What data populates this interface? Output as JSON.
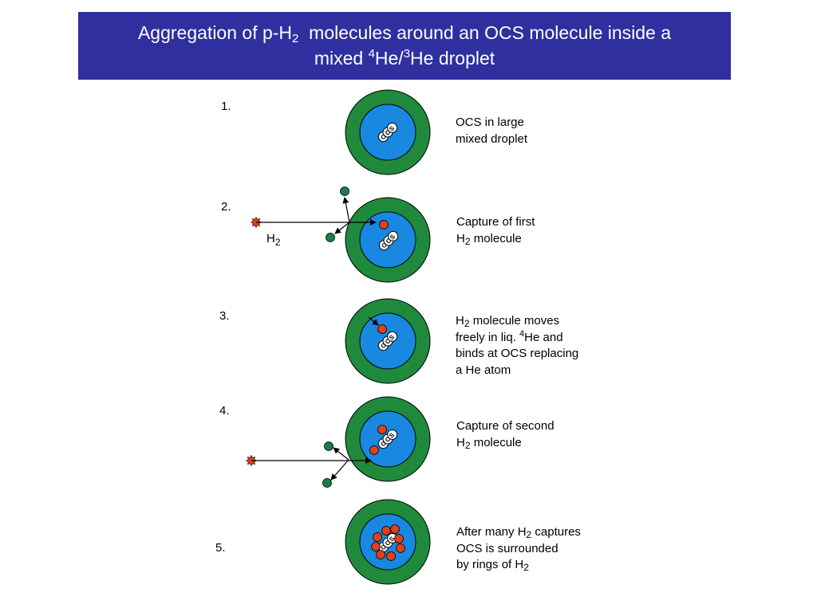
{
  "title": {
    "line1_pre": "Aggregation of p-H",
    "line1_sub": "2",
    "line1_post": "  molecules around an OCS molecule inside a",
    "line2_pre": "mixed ",
    "line2_sup1": "4",
    "line2_mid": "He/",
    "line2_sup2": "3",
    "line2_post": "He droplet"
  },
  "colors": {
    "title_bg": "#2f2fa0",
    "outer_shell": "#208a3c",
    "inner_core": "#1888e0",
    "h2_molecule": "#e0401a",
    "he_atom": "#18804a"
  },
  "molecule_label": "OCS",
  "steps": [
    {
      "number": "1.",
      "lines": [
        {
          "text": "OCS in large"
        },
        {
          "text": "mixed droplet"
        }
      ]
    },
    {
      "number": "2.",
      "lines": [
        {
          "text": "Capture of first"
        },
        {
          "pre": "H",
          "sub": "2",
          "post": " molecule"
        }
      ]
    },
    {
      "number": "3.",
      "lines": [
        {
          "pre": "H",
          "sub": "2",
          "post": " molecule moves"
        },
        {
          "pre": "freely in liq. ",
          "sup": "4",
          "post": "He and"
        },
        {
          "text": "binds at OCS replacing"
        },
        {
          "text": "a He atom"
        }
      ]
    },
    {
      "number": "4.",
      "lines": [
        {
          "text": "Capture of second"
        },
        {
          "pre": "H",
          "sub": "2",
          "post": " molecule"
        }
      ]
    },
    {
      "number": "5.",
      "lines": [
        {
          "pre": "After many H",
          "sub": "2",
          "post": " captures"
        },
        {
          "text": "OCS is surrounded"
        },
        {
          "pre": "by rings of H",
          "sub": "2"
        }
      ]
    }
  ],
  "h2_label": {
    "pre": "H",
    "sub": "2"
  }
}
